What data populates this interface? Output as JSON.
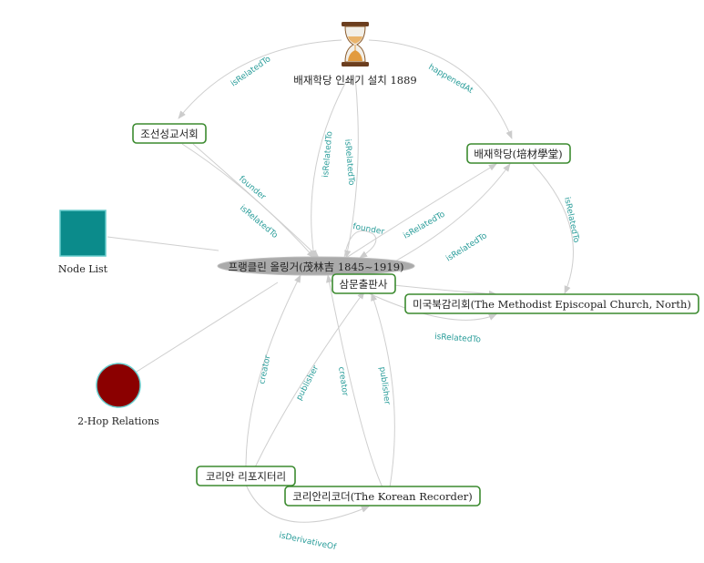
{
  "nodes": {
    "hourglass": {
      "label": "배재학당 인쇄기 설치 1889",
      "icon": "hourglass-icon"
    },
    "joseon": {
      "label": "조선성교서회"
    },
    "paichai": {
      "label": "배재학당(培材學堂)"
    },
    "franklin": {
      "label": "프랭클린 올링거(茂林吉 1845~1919)"
    },
    "trilingual": {
      "label": "삼문출판사"
    },
    "methodist": {
      "label": "미국북감리회(The Methodist Episcopal Church, North)"
    },
    "repository": {
      "label": "코리안 리포지터리"
    },
    "recorder": {
      "label": "코리안리코더(The Korean Recorder)"
    }
  },
  "legend": {
    "node_list": "Node List",
    "two_hop": "2-Hop Relations"
  },
  "edges": {
    "e1": "isRelatedTo",
    "e2": "happenedAt",
    "e3": "isRelatedTo",
    "e4": "isRelatedTo",
    "e5": "founder",
    "e6": "isRelatedTo",
    "e7": "founder",
    "e8": "isRelatedTo",
    "e9": "isRelatedTo",
    "e10": "isRelatedTo",
    "e11": "isRelatedTo",
    "e12": "creator",
    "e13": "publisher",
    "e14": "creator",
    "e15": "publisher",
    "e16": "isDerivativeOf"
  },
  "colors": {
    "node_border": "#3b8a2f",
    "edge_label": "#2a9d9a",
    "legend_square": "#0b8b8b",
    "legend_circle": "#8b0000",
    "central_fill": "#aaaaaa"
  }
}
